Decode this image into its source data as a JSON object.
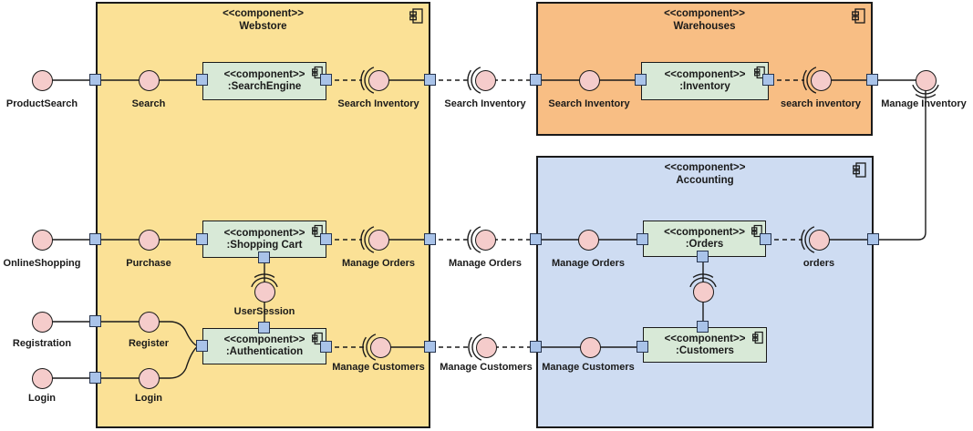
{
  "stereotype": "<<component>>",
  "containers": {
    "webstore": {
      "name": "Webstore"
    },
    "warehouses": {
      "name": "Warehouses"
    },
    "accounting": {
      "name": "Accounting"
    }
  },
  "components": {
    "search_engine": {
      "name": ":SearchEngine"
    },
    "inventory": {
      "name": ":Inventory"
    },
    "shopping_cart": {
      "name": ":Shopping Cart"
    },
    "authentication": {
      "name": ":Authentication"
    },
    "orders": {
      "name": ":Orders"
    },
    "customers": {
      "name": ":Customers"
    }
  },
  "interfaces": {
    "product_search": "ProductSearch",
    "search": "Search",
    "search_inventory_webstore": "Search Inventory",
    "search_inventory_middle": "Search Inventory",
    "search_inventory_warehouse": "Search Inventory",
    "search_inventory_provided": "search inventory",
    "manage_inventory": "Manage Inventory",
    "online_shopping": "OnlineShopping",
    "purchase": "Purchase",
    "manage_orders_webstore": "Manage Orders",
    "manage_orders_middle": "Manage Orders",
    "manage_orders_accounting": "Manage Orders",
    "orders": "orders",
    "registration": "Registration",
    "register": "Register",
    "login_external": "Login",
    "login_internal": "Login",
    "user_session": "UserSession",
    "manage_customers_webstore": "Manage Customers",
    "manage_customers_middle": "Manage Customers",
    "manage_customers_accounting": "Manage Customers"
  },
  "colors": {
    "webstore_fill": "#FBE196",
    "warehouses_fill": "#F8BE84",
    "accounting_fill": "#CEDCF2",
    "component_fill": "#D8E9D7",
    "interface_fill": "#F5CCCB",
    "port_fill": "#A9C3E9",
    "stroke": "#1A1A1A"
  }
}
